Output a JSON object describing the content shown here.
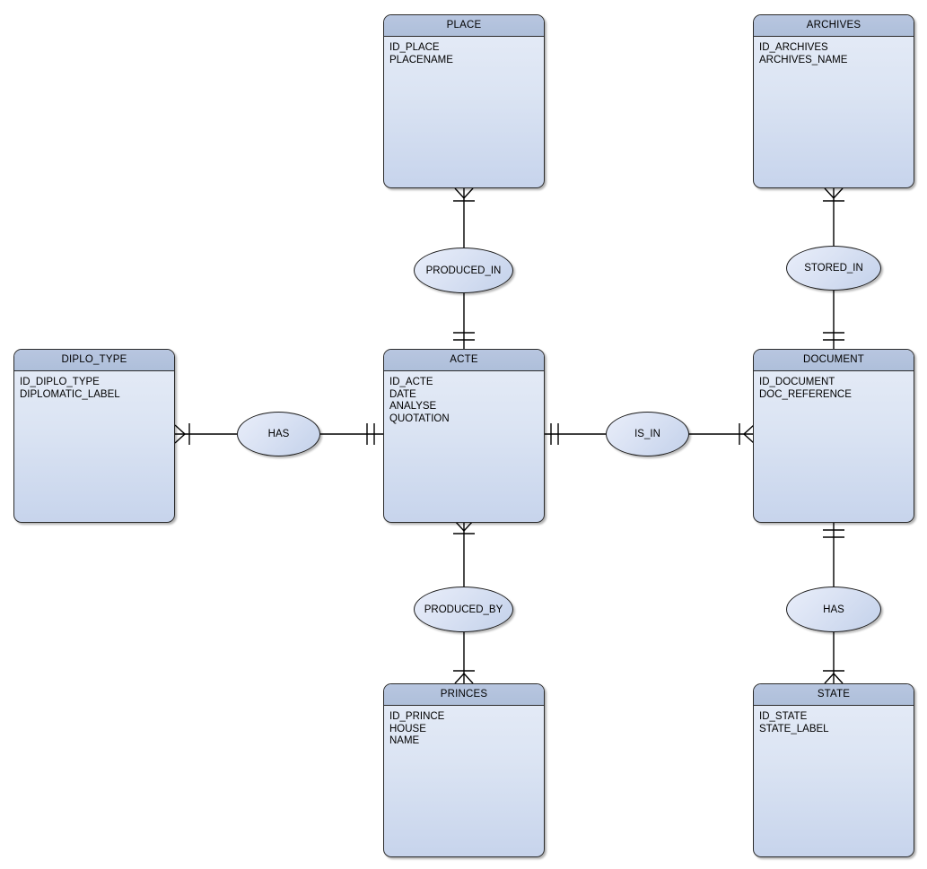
{
  "diagram": {
    "type": "entity-relationship-diagram",
    "notation": "crows-foot",
    "colors": {
      "entity_header": "#aebfda",
      "entity_body": "#dbe4f3",
      "relationship_fill": "#dbe3f4",
      "stroke": "#000000",
      "background": "#ffffff"
    }
  },
  "entities": [
    {
      "name": "PLACE",
      "attributes": [
        "ID_PLACE",
        "PLACENAME"
      ]
    },
    {
      "name": "ARCHIVES",
      "attributes": [
        "ID_ARCHIVES",
        "ARCHIVES_NAME"
      ]
    },
    {
      "name": "DIPLO_TYPE",
      "attributes": [
        "ID_DIPLO_TYPE",
        "DIPLOMATIC_LABEL"
      ]
    },
    {
      "name": "ACTE",
      "attributes": [
        "ID_ACTE",
        "DATE",
        "ANALYSE",
        "QUOTATION"
      ]
    },
    {
      "name": "DOCUMENT",
      "attributes": [
        "ID_DOCUMENT",
        "DOC_REFERENCE"
      ]
    },
    {
      "name": "PRINCES",
      "attributes": [
        "ID_PRINCE",
        "HOUSE",
        "NAME"
      ]
    },
    {
      "name": "STATE",
      "attributes": [
        "ID_STATE",
        "STATE_LABEL"
      ]
    }
  ],
  "relationships": [
    {
      "label": "PRODUCED_IN",
      "from": "ACTE",
      "to": "PLACE",
      "from_cardinality": "one-and-only-one",
      "to_cardinality": "many"
    },
    {
      "label": "STORED_IN",
      "from": "DOCUMENT",
      "to": "ARCHIVES",
      "from_cardinality": "one-and-only-one",
      "to_cardinality": "many"
    },
    {
      "label": "HAS",
      "from": "ACTE",
      "to": "DIPLO_TYPE",
      "from_cardinality": "one-and-only-one",
      "to_cardinality": "many"
    },
    {
      "label": "IS_IN",
      "from": "ACTE",
      "to": "DOCUMENT",
      "from_cardinality": "one-and-only-one",
      "to_cardinality": "many"
    },
    {
      "label": "PRODUCED_BY",
      "from": "ACTE",
      "to": "PRINCES",
      "from_cardinality": "many",
      "to_cardinality": "many"
    },
    {
      "label": "HAS",
      "from": "DOCUMENT",
      "to": "STATE",
      "from_cardinality": "one-and-only-one",
      "to_cardinality": "many"
    }
  ]
}
